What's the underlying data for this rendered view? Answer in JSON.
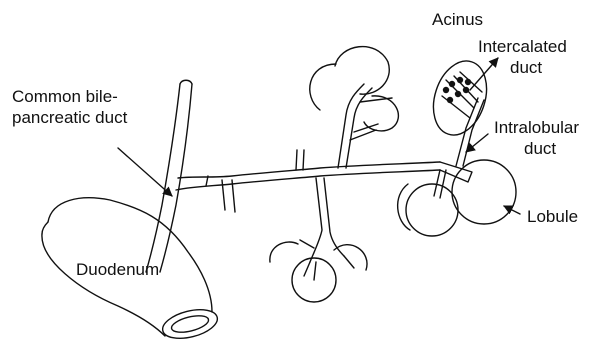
{
  "labels": {
    "acinus": "Acinus",
    "intercalated": [
      "Intercalated",
      "duct"
    ],
    "intralobular": [
      "Intralobular",
      "duct"
    ],
    "lobule": "Lobule",
    "common_duct": [
      "Common bile-",
      "pancreatic duct"
    ],
    "duodenum": "Duodenum"
  },
  "colors": {
    "ink": "#111111",
    "background": "#ffffff"
  }
}
